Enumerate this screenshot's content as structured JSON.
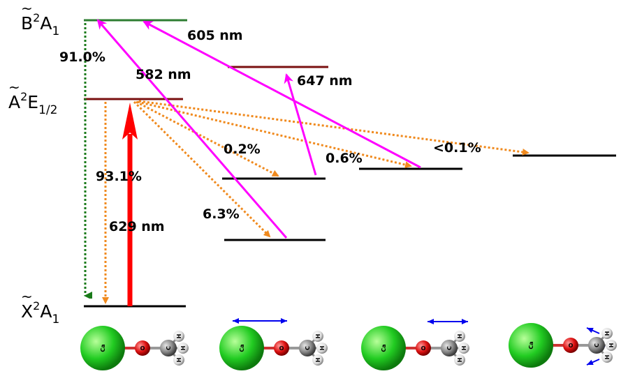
{
  "states": {
    "x": {
      "letter": "X",
      "superscript": "2",
      "term": "A",
      "subscript": "1"
    },
    "a": {
      "letter": "A",
      "superscript": "2",
      "term": "E",
      "subscript": "1/2"
    },
    "b": {
      "letter": "B",
      "superscript": "2",
      "term": "A",
      "subscript": "1"
    }
  },
  "transitions": {
    "abs_629": "629 nm",
    "abs_582": "582 nm",
    "abs_605": "605 nm",
    "abs_647": "647 nm"
  },
  "branching": {
    "b_to_x": "91.0%",
    "a_to_x": "93.1%",
    "a_to_v1": "0.2%",
    "a_to_v2": "6.3%",
    "a_to_v3": "0.6%",
    "a_to_v4": "<0.1%"
  },
  "molecule": {
    "ca": "Ca",
    "o": "O",
    "c": "C",
    "h": "H"
  },
  "colors": {
    "decay_b": "#1a7a1a",
    "decay_a": "#f08a1e",
    "pump": "#ff0000",
    "repump": "#ff00ff",
    "level_b": "#2e7d32",
    "level_a": "#7a1010",
    "level_ground": "#000000",
    "vib_arrow": "#0000ee"
  }
}
